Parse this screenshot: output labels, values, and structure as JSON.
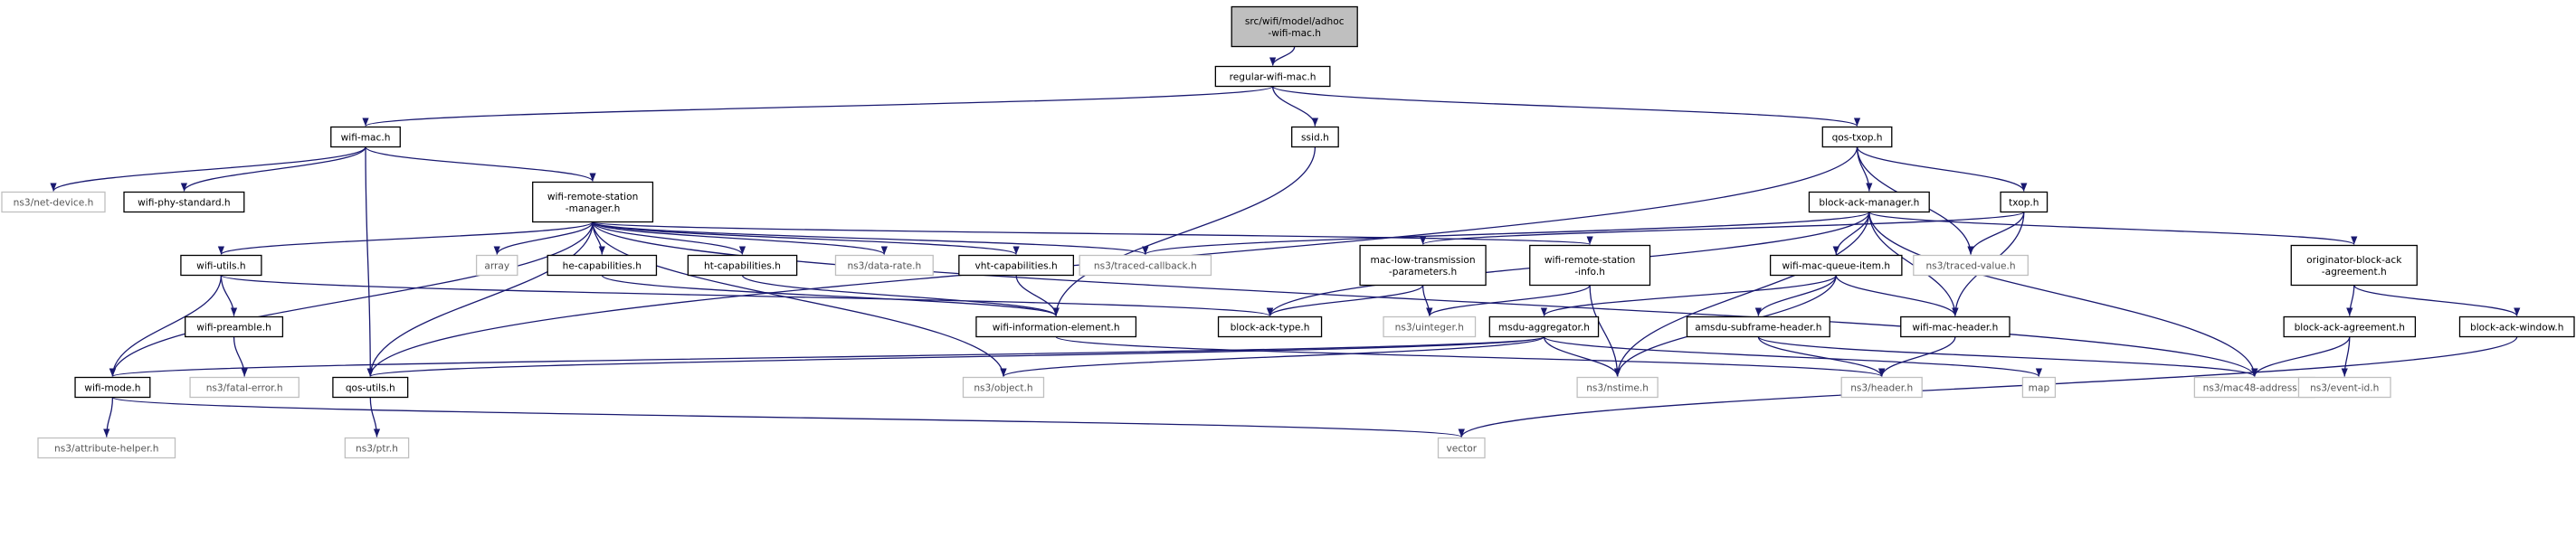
{
  "colors": {
    "edge": "#191970",
    "root_fill": "#bfbfbf",
    "node_fill": "#ffffff",
    "node_border": "#000000",
    "external_border": "#bfbfbf",
    "external_text": "#555555",
    "background": "#ffffff"
  },
  "nodes": [
    {
      "id": "root",
      "lines": [
        "src/wifi/model/adhoc",
        "-wifi-mac.h"
      ],
      "style": "root"
    },
    {
      "id": "regular",
      "lines": [
        "regular-wifi-mac.h"
      ],
      "style": "normal"
    },
    {
      "id": "wifimac",
      "lines": [
        "wifi-mac.h"
      ],
      "style": "normal"
    },
    {
      "id": "ssid",
      "lines": [
        "ssid.h"
      ],
      "style": "normal"
    },
    {
      "id": "qostxop",
      "lines": [
        "qos-txop.h"
      ],
      "style": "normal"
    },
    {
      "id": "netdevice",
      "lines": [
        "ns3/net-device.h"
      ],
      "style": "external"
    },
    {
      "id": "phystd",
      "lines": [
        "wifi-phy-standard.h"
      ],
      "style": "normal"
    },
    {
      "id": "rsm",
      "lines": [
        "wifi-remote-station",
        "-manager.h"
      ],
      "style": "normal"
    },
    {
      "id": "bam",
      "lines": [
        "block-ack-manager.h"
      ],
      "style": "normal"
    },
    {
      "id": "txop",
      "lines": [
        "txop.h"
      ],
      "style": "normal"
    },
    {
      "id": "wutils",
      "lines": [
        "wifi-utils.h"
      ],
      "style": "normal"
    },
    {
      "id": "array",
      "lines": [
        "array"
      ],
      "style": "external"
    },
    {
      "id": "hecap",
      "lines": [
        "he-capabilities.h"
      ],
      "style": "normal"
    },
    {
      "id": "htcap",
      "lines": [
        "ht-capabilities.h"
      ],
      "style": "normal"
    },
    {
      "id": "datarate",
      "lines": [
        "ns3/data-rate.h"
      ],
      "style": "external"
    },
    {
      "id": "vhtcap",
      "lines": [
        "vht-capabilities.h"
      ],
      "style": "normal"
    },
    {
      "id": "tracedcb",
      "lines": [
        "ns3/traced-callback.h"
      ],
      "style": "external"
    },
    {
      "id": "mltp",
      "lines": [
        "mac-low-transmission",
        "-parameters.h"
      ],
      "style": "normal"
    },
    {
      "id": "rsinfo",
      "lines": [
        "wifi-remote-station",
        "-info.h"
      ],
      "style": "normal"
    },
    {
      "id": "mqi",
      "lines": [
        "wifi-mac-queue-item.h"
      ],
      "style": "normal"
    },
    {
      "id": "tracedval",
      "lines": [
        "ns3/traced-value.h"
      ],
      "style": "external"
    },
    {
      "id": "oba",
      "lines": [
        "originator-block-ack",
        "-agreement.h"
      ],
      "style": "normal"
    },
    {
      "id": "preamble",
      "lines": [
        "wifi-preamble.h"
      ],
      "style": "normal"
    },
    {
      "id": "wie",
      "lines": [
        "wifi-information-element.h"
      ],
      "style": "normal"
    },
    {
      "id": "bat",
      "lines": [
        "block-ack-type.h"
      ],
      "style": "normal"
    },
    {
      "id": "uinteger",
      "lines": [
        "ns3/uinteger.h"
      ],
      "style": "external"
    },
    {
      "id": "msdu",
      "lines": [
        "msdu-aggregator.h"
      ],
      "style": "normal"
    },
    {
      "id": "amsdu",
      "lines": [
        "amsdu-subframe-header.h"
      ],
      "style": "normal"
    },
    {
      "id": "mhdr",
      "lines": [
        "wifi-mac-header.h"
      ],
      "style": "normal"
    },
    {
      "id": "baa",
      "lines": [
        "block-ack-agreement.h"
      ],
      "style": "normal"
    },
    {
      "id": "baw",
      "lines": [
        "block-ack-window.h"
      ],
      "style": "normal"
    },
    {
      "id": "wmode",
      "lines": [
        "wifi-mode.h"
      ],
      "style": "normal"
    },
    {
      "id": "fatal",
      "lines": [
        "ns3/fatal-error.h"
      ],
      "style": "external"
    },
    {
      "id": "qosutils",
      "lines": [
        "qos-utils.h"
      ],
      "style": "normal"
    },
    {
      "id": "object",
      "lines": [
        "ns3/object.h"
      ],
      "style": "external"
    },
    {
      "id": "nstime",
      "lines": [
        "ns3/nstime.h"
      ],
      "style": "external"
    },
    {
      "id": "header",
      "lines": [
        "ns3/header.h"
      ],
      "style": "external"
    },
    {
      "id": "map",
      "lines": [
        "map"
      ],
      "style": "external"
    },
    {
      "id": "mac48",
      "lines": [
        "ns3/mac48-address.h"
      ],
      "style": "external"
    },
    {
      "id": "eventid",
      "lines": [
        "ns3/event-id.h"
      ],
      "style": "external"
    },
    {
      "id": "attrhelper",
      "lines": [
        "ns3/attribute-helper.h"
      ],
      "style": "external"
    },
    {
      "id": "ptr",
      "lines": [
        "ns3/ptr.h"
      ],
      "style": "external"
    },
    {
      "id": "vector",
      "lines": [
        "vector"
      ],
      "style": "external"
    }
  ],
  "edges": [
    [
      "root",
      "regular"
    ],
    [
      "regular",
      "wifimac"
    ],
    [
      "regular",
      "ssid"
    ],
    [
      "regular",
      "qostxop"
    ],
    [
      "wifimac",
      "netdevice"
    ],
    [
      "wifimac",
      "phystd"
    ],
    [
      "wifimac",
      "rsm"
    ],
    [
      "wifimac",
      "qosutils"
    ],
    [
      "ssid",
      "wie"
    ],
    [
      "qostxop",
      "bam"
    ],
    [
      "qostxop",
      "txop"
    ],
    [
      "qostxop",
      "qosutils"
    ],
    [
      "qostxop",
      "tracedval"
    ],
    [
      "rsm",
      "wutils"
    ],
    [
      "rsm",
      "array"
    ],
    [
      "rsm",
      "hecap"
    ],
    [
      "rsm",
      "htcap"
    ],
    [
      "rsm",
      "datarate"
    ],
    [
      "rsm",
      "vhtcap"
    ],
    [
      "rsm",
      "tracedcb"
    ],
    [
      "rsm",
      "rsinfo"
    ],
    [
      "rsm",
      "wmode"
    ],
    [
      "rsm",
      "qosutils"
    ],
    [
      "rsm",
      "object"
    ],
    [
      "rsm",
      "mac48"
    ],
    [
      "bam",
      "tracedcb"
    ],
    [
      "bam",
      "mqi"
    ],
    [
      "bam",
      "oba"
    ],
    [
      "bam",
      "bat"
    ],
    [
      "bam",
      "mhdr"
    ],
    [
      "bam",
      "nstime"
    ],
    [
      "bam",
      "mac48"
    ],
    [
      "txop",
      "mltp"
    ],
    [
      "txop",
      "tracedval"
    ],
    [
      "txop",
      "mhdr"
    ],
    [
      "wutils",
      "preamble"
    ],
    [
      "wutils",
      "wmode"
    ],
    [
      "wutils",
      "bat"
    ],
    [
      "hecap",
      "wie"
    ],
    [
      "htcap",
      "wie"
    ],
    [
      "vhtcap",
      "wie"
    ],
    [
      "mltp",
      "bat"
    ],
    [
      "mltp",
      "uinteger"
    ],
    [
      "rsinfo",
      "uinteger"
    ],
    [
      "rsinfo",
      "nstime"
    ],
    [
      "mqi",
      "msdu"
    ],
    [
      "mqi",
      "amsdu"
    ],
    [
      "mqi",
      "mhdr"
    ],
    [
      "mqi",
      "nstime"
    ],
    [
      "oba",
      "baa"
    ],
    [
      "oba",
      "baw"
    ],
    [
      "preamble",
      "fatal"
    ],
    [
      "wie",
      "header"
    ],
    [
      "msdu",
      "wmode"
    ],
    [
      "msdu",
      "qosutils"
    ],
    [
      "msdu",
      "object"
    ],
    [
      "msdu",
      "nstime"
    ],
    [
      "msdu",
      "map"
    ],
    [
      "amsdu",
      "header"
    ],
    [
      "amsdu",
      "mac48"
    ],
    [
      "mhdr",
      "header"
    ],
    [
      "baa",
      "mac48"
    ],
    [
      "baa",
      "eventid"
    ],
    [
      "baw",
      "vector"
    ],
    [
      "wmode",
      "attrhelper"
    ],
    [
      "wmode",
      "vector"
    ],
    [
      "qosutils",
      "ptr"
    ]
  ]
}
